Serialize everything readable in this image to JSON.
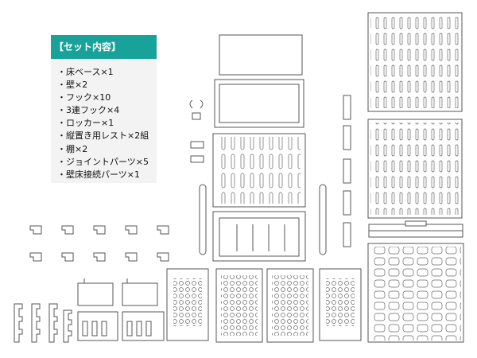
{
  "contents_panel": {
    "title": "【セット内容】",
    "items": [
      "・床ベース×1",
      "・壁×2",
      "・フック×10",
      "・3連フック×4",
      "・ロッカー×1",
      "・縦置き用レスト×2組",
      "・棚×2",
      "・ジョイントパーツ×5",
      "・壁床接続パーツ×1"
    ]
  },
  "colors": {
    "header_bg": "#18a29a",
    "panel_bg": "#f3f3f3",
    "line": "#555555"
  }
}
